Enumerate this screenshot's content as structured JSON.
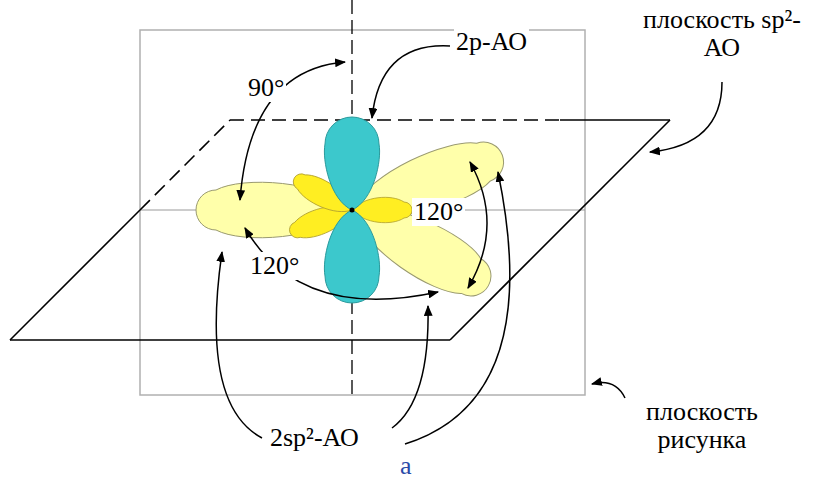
{
  "diagram": {
    "labels": [
      "2p-АО",
      "плоскость sp²-АО",
      "90°",
      "120°",
      "120°",
      "2sp²-АО",
      "плоскость рисунка",
      "а"
    ]
  }
}
